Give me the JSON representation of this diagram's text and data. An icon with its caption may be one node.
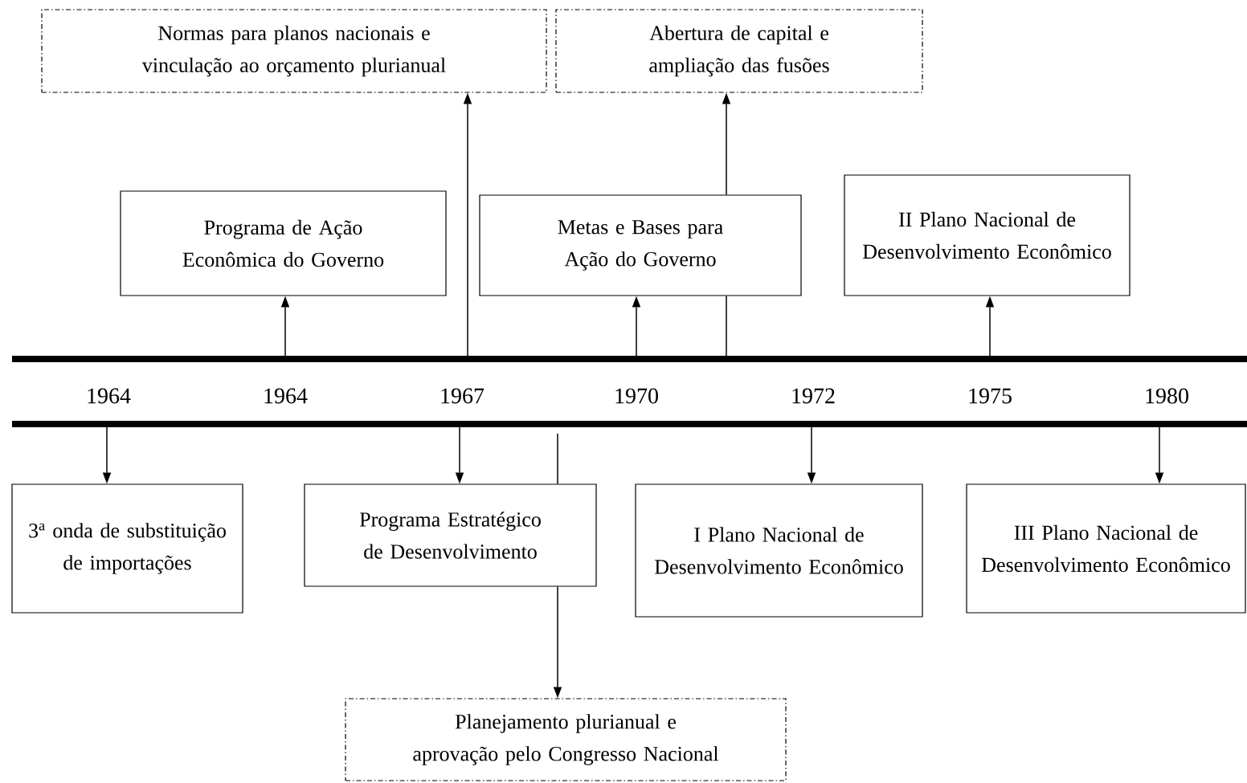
{
  "diagram": {
    "nodes": [
      {
        "text": [
          "Normas para planos nacionais e vinculação ao orçamento plurianual"
        ]
      },
      {
        "text": [
          "Abertura de capital e ampliação das fusões"
        ]
      },
      {
        "text": [
          "Programa de Ação Econômica do Governo"
        ]
      },
      {
        "text": [
          "Metas e Bases para Ação do Governo"
        ]
      },
      {
        "text": [
          "II Plano Nacional de Desenvolvimento Econômico"
        ]
      },
      {
        "text": [
          "3$^{a}$ onda de substituição de importações"
        ]
      },
      {
        "text": [
          "Programa Estratégico de Desenvolvimento"
        ]
      },
      {
        "text": [
          "I Plano Nacional de Desenvolvimento Econômico"
        ]
      },
      {
        "text": [
          "III Plano Nacional de Desenvolvimento Econômico"
        ]
      },
      {
        "text": [
          "Planejamento plurianual e aprovação pelo Congresso Nacional"
        ]
      }
    ],
    "edges": [
      {
        "from": null,
        "to": 2,
        "arrow": "to"
      },
      {
        "from": null,
        "to": 0,
        "arrow": "to"
      },
      {
        "from": null,
        "to": 3,
        "arrow": "to"
      },
      {
        "from": null,
        "to": 3,
        "arrow": "none"
      },
      {
        "from": 3,
        "to": 1,
        "arrow": "to"
      },
      {
        "from": null,
        "to": 4,
        "arrow": "to"
      },
      {
        "from": null,
        "to": 5,
        "arrow": "to"
      },
      {
        "from": null,
        "to": 6,
        "arrow": "to"
      },
      {
        "from": null,
        "to": 7,
        "arrow": "to"
      },
      {
        "from": null,
        "to": 8,
        "arrow": "to"
      },
      {
        "from": null,
        "to": 6,
        "arrow": "none"
      },
      {
        "from": 6,
        "to": 9,
        "arrow": "to"
      }
    ],
    "labels": [
      "1964",
      "1964",
      "1967",
      "1970",
      "1972",
      "1975",
      "1980"
    ]
  }
}
